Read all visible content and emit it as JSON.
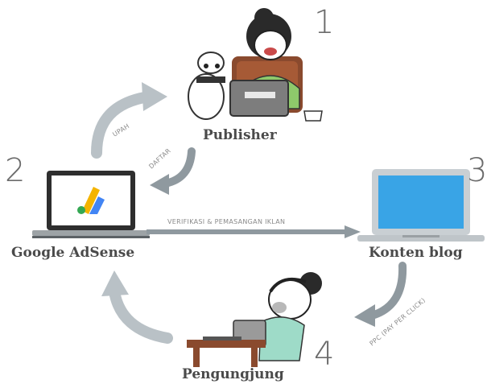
{
  "nodes": {
    "publisher": {
      "number": "1",
      "label": "Publisher"
    },
    "adsense": {
      "number": "2",
      "label": "Google AdSense"
    },
    "konten": {
      "number": "3",
      "label": "Konten blog"
    },
    "pengunjung": {
      "number": "4",
      "label": "Pengungjung"
    }
  },
  "edges": {
    "upah": "UPAH",
    "daftar": "DAFTAR",
    "verifikasi": "VERIFIKASI & PEMASANGAN IKLAN",
    "ppc": "PPC (PAY PER CLICK)"
  },
  "colors": {
    "arrow": "#b9c1c6",
    "arrow_dark": "#8f999f",
    "text": "#4a4a4a",
    "screen_blue": "#39a4e6",
    "adsense_yellow": "#f4b400",
    "adsense_blue": "#4285f4"
  }
}
